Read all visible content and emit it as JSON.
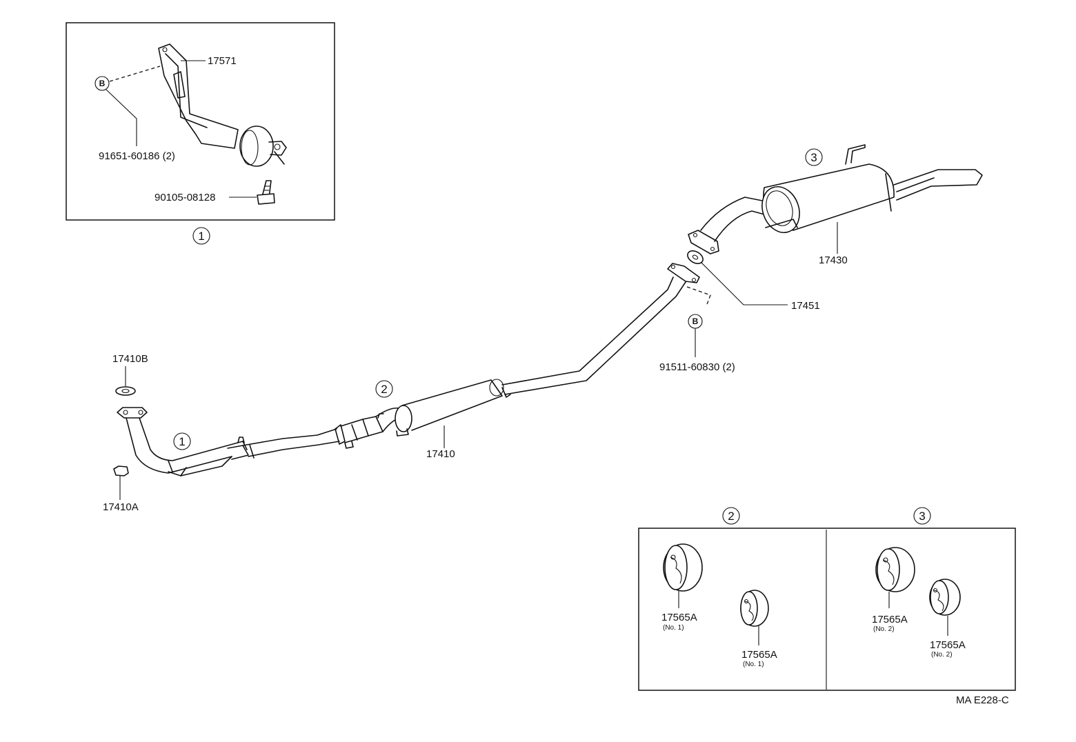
{
  "inset_top_left": {
    "bracket_label": "17571",
    "bolt_ref_label": "91651-60186 (2)",
    "bolt_label": "90105-08128",
    "ref_badge": "B",
    "callout": "1"
  },
  "main_assembly": {
    "callout_1": "1",
    "callout_2": "2",
    "callout_3": "3",
    "gasket_front": "17410B",
    "nut_front": "17410A",
    "center_pipe": "17410",
    "tail_pipe": "17430",
    "gasket_rear": "17451",
    "ref_badge": "B",
    "bolt_rear": "91511-60830 (2)"
  },
  "inset_bottom_right": {
    "section_2": {
      "callout": "2",
      "items": [
        {
          "label": "17565A",
          "sub": "(No. 1)"
        },
        {
          "label": "17565A",
          "sub": "(No. 1)"
        }
      ]
    },
    "section_3": {
      "callout": "3",
      "items": [
        {
          "label": "17565A",
          "sub": "(No. 2)"
        },
        {
          "label": "17565A",
          "sub": "(No. 2)"
        }
      ]
    }
  },
  "diagram_code": "MA E228-C"
}
